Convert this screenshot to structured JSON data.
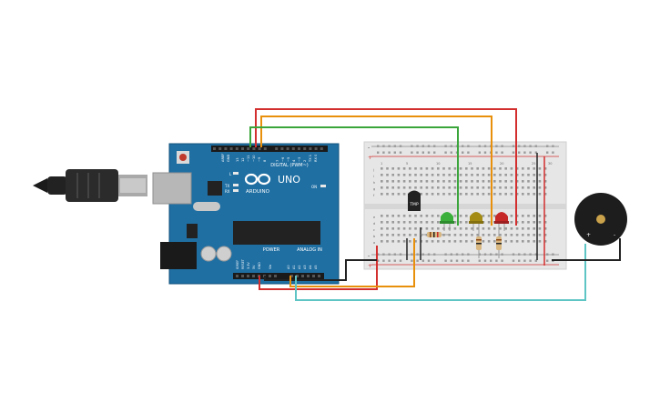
{
  "arduino": {
    "logo": "ARDUINO",
    "model": "UNO",
    "digital_header": "DIGITAL (PWM~)",
    "power_header": "POWER",
    "analog_header": "ANALOG IN",
    "aref": "AREF",
    "gnd": "GND",
    "pin13": "13",
    "pin12": "12",
    "pin11": "~11",
    "pin10": "~10",
    "pin9": "~9",
    "pin8": "8",
    "pin7": "7",
    "pin6": "~6",
    "pin5": "~5",
    "pin4": "4",
    "pin3": "~3",
    "pin2": "2",
    "tx1": "TX 1",
    "rx0": "RX 0",
    "led_l": "L",
    "led_tx": "TX",
    "led_rx": "RX",
    "on": "ON",
    "ioref": "IOREF",
    "reset": "RESET",
    "v33": "3.3V",
    "v5": "5V",
    "gnd_power": "GND",
    "vin": "Vin",
    "a0": "A0",
    "a1": "A1",
    "a2": "A2",
    "a3": "A3",
    "a4": "A4",
    "a5": "A5"
  },
  "breadboard": {
    "col_labels": [
      "1",
      "5",
      "10",
      "15",
      "20",
      "25",
      "30"
    ],
    "row_labels_top": [
      "j",
      "i",
      "h",
      "g",
      "f"
    ],
    "row_labels_bottom": [
      "e",
      "d",
      "c",
      "b",
      "a"
    ],
    "rail_plus": "+",
    "rail_minus": "-"
  },
  "sensor": {
    "label": "TMP"
  },
  "buzzer": {
    "plus": "+",
    "minus": "-"
  },
  "colors": {
    "board_blue": "#1f6fa3",
    "wire_red": "#d32f2f",
    "wire_orange": "#e8900c",
    "wire_green": "#3aa53a",
    "wire_black": "#222222",
    "wire_cyan": "#5ec4c4",
    "led_green": "#3ab03a",
    "led_yellow": "#a38b14",
    "led_red": "#c62828"
  }
}
